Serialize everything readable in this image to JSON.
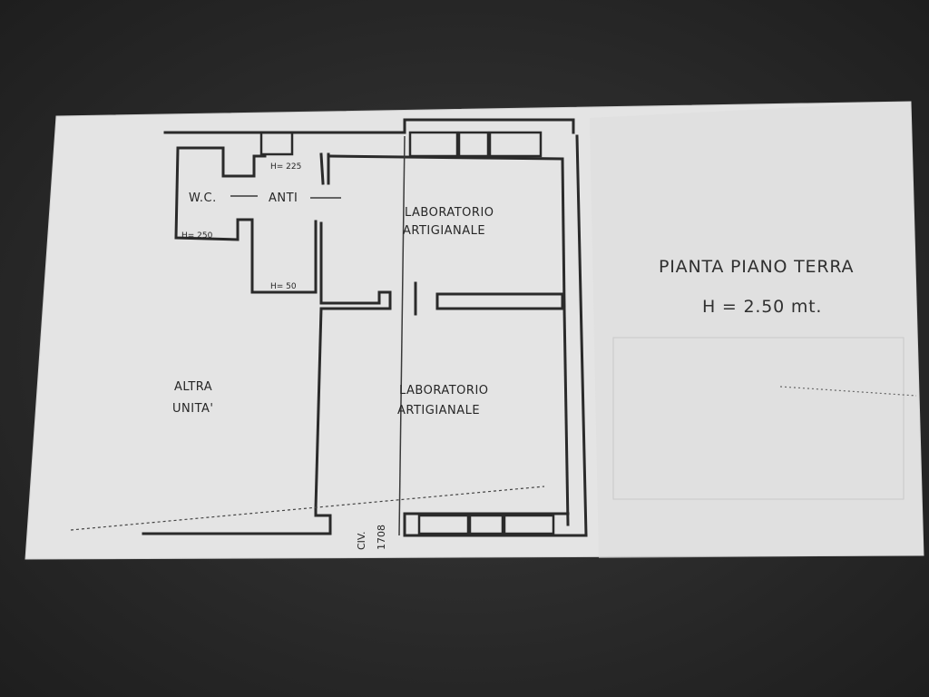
{
  "title": {
    "line1": "PIANTA PIANO TERRA",
    "line2": "H = 2.50 mt."
  },
  "rooms": {
    "wc": "W.C.",
    "anti": "ANTI",
    "lab_top_1": "LABORATORIO",
    "lab_top_2": "ARTIGIANALE",
    "lab_bottom_1": "LABORATORIO",
    "lab_bottom_2": "ARTIGIANALE",
    "altra_1": "ALTRA",
    "altra_2": "UNITA'"
  },
  "heights": {
    "h_anti": "H= 225",
    "h_wc": "H= 250",
    "h_lower": "H= 50"
  },
  "civico": {
    "label": "CIV.",
    "number": "1708"
  },
  "colors": {
    "paper": "#e6e6e6",
    "ink": "#2a2a2a",
    "background": "#262626"
  }
}
